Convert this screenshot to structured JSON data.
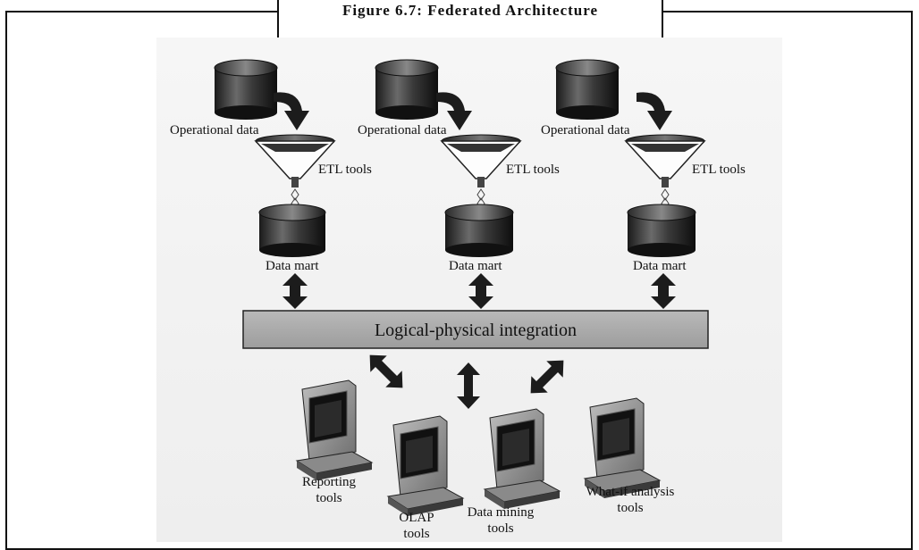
{
  "caption": "Figure 6.7: Federated Architecture",
  "columns": [
    {
      "source_label": "Operational data",
      "etl_label": "ETL tools",
      "mart_label": "Data mart"
    },
    {
      "source_label": "Operational data",
      "etl_label": "ETL tools",
      "mart_label": "Data mart"
    },
    {
      "source_label": "Operational data",
      "etl_label": "ETL tools",
      "mart_label": "Data mart"
    }
  ],
  "integration_label": "Logical-physical integration",
  "tools": [
    {
      "line1": "Reporting",
      "line2": "tools"
    },
    {
      "line1": "OLAP",
      "line2": "tools"
    },
    {
      "line1": "Data mining",
      "line2": "tools"
    },
    {
      "line1": "What-if analysis",
      "line2": "tools"
    }
  ]
}
